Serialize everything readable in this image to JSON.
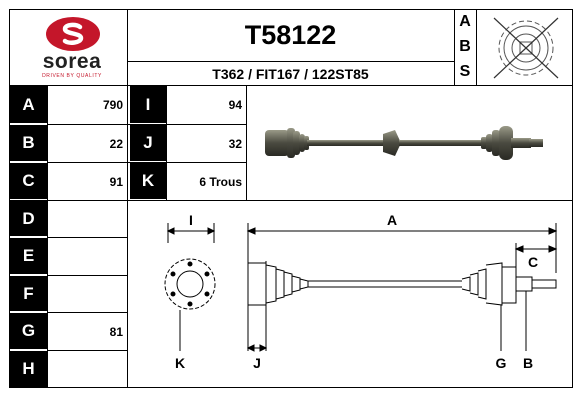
{
  "brand": {
    "name": "sorea",
    "tagline": "DRIVEN BY QUALITY",
    "color": "#c4162a"
  },
  "header": {
    "ref": "T58122",
    "cross_refs": "T362 / FIT167 / 122ST85",
    "abs": [
      "A",
      "B",
      "S"
    ]
  },
  "specs_left": [
    {
      "letter": "A",
      "value": "790"
    },
    {
      "letter": "B",
      "value": "22"
    },
    {
      "letter": "C",
      "value": "91"
    },
    {
      "letter": "D",
      "value": ""
    },
    {
      "letter": "E",
      "value": ""
    },
    {
      "letter": "F",
      "value": ""
    },
    {
      "letter": "G",
      "value": "81"
    },
    {
      "letter": "H",
      "value": ""
    }
  ],
  "specs_mid": [
    {
      "letter": "I",
      "value": "94"
    },
    {
      "letter": "J",
      "value": "32"
    },
    {
      "letter": "K",
      "value": "6 Trous"
    }
  ],
  "diagram_labels": {
    "A": "A",
    "C": "C",
    "I": "I",
    "K": "K",
    "J": "J",
    "G": "G",
    "B": "B"
  },
  "icons": {
    "abs_ring": "abs-ring-crossed-icon",
    "shaft": "drive-shaft-icon"
  }
}
